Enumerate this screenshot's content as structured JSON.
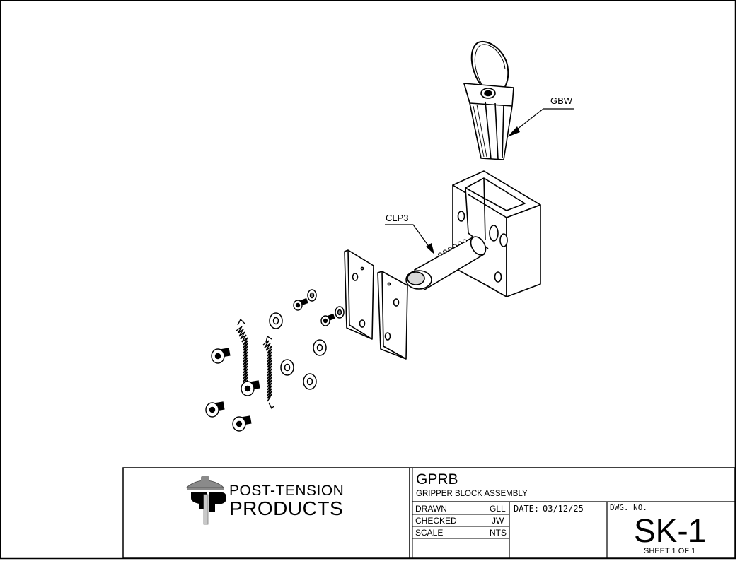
{
  "callouts": {
    "gbw": "GBW",
    "clp3": "CLP3"
  },
  "title_block": {
    "company_line1": "POST-TENSION",
    "company_line2": "PRODUCTS",
    "part_number": "GPRB",
    "part_description": "GRIPPER BLOCK ASSEMBLY",
    "rows": [
      {
        "label": "DRAWN",
        "value": "GLL"
      },
      {
        "label": "CHECKED",
        "value": "JW"
      },
      {
        "label": "SCALE",
        "value": "NTS"
      }
    ],
    "date_label": "DATE:",
    "date_value": "03/12/25",
    "dwg_no_label": "DWG. NO.",
    "dwg_no": "SK-1",
    "sheet": "SHEET 1 OF 1"
  }
}
